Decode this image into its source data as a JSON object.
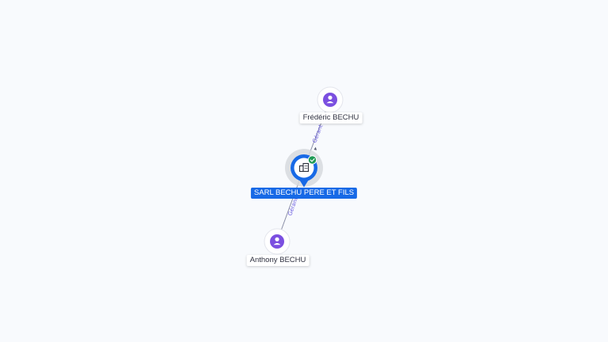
{
  "nodes": {
    "company": {
      "label": "SARL BECHU PERE ET FILS",
      "icon": "building-icon",
      "status_icon": "verified-check-icon",
      "color": "#1769e6",
      "status_color": "#1f9a55"
    },
    "person_top": {
      "label": "Frédéric BECHU",
      "icon": "person-icon",
      "color": "#7b4fe0"
    },
    "person_bottom": {
      "label": "Anthony BECHU",
      "icon": "person-icon",
      "color": "#7b4fe0"
    }
  },
  "edges": {
    "top": {
      "label": "Gérant"
    },
    "bottom": {
      "label": "Gérant"
    }
  }
}
